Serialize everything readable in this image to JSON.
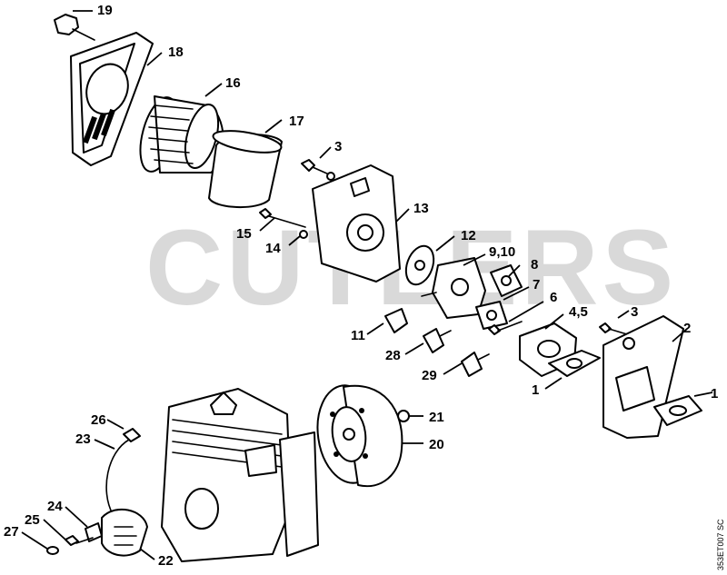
{
  "watermark": "CUTLERS",
  "drawing_code": "353ET007 SC",
  "callouts": {
    "c19": "19",
    "c18": "18",
    "c16": "16",
    "c17": "17",
    "c3a": "3",
    "c13": "13",
    "c15": "15",
    "c14": "14",
    "c12": "12",
    "c910": "9,10",
    "c8": "8",
    "c7": "7",
    "c6": "6",
    "c45": "4,5",
    "c3b": "3",
    "c2": "2",
    "c11": "11",
    "c28": "28",
    "c29": "29",
    "c1a": "1",
    "c1b": "1",
    "c26": "26",
    "c23": "23",
    "c21": "21",
    "c20": "20",
    "c24": "24",
    "c25": "25",
    "c27": "27",
    "c22": "22"
  }
}
